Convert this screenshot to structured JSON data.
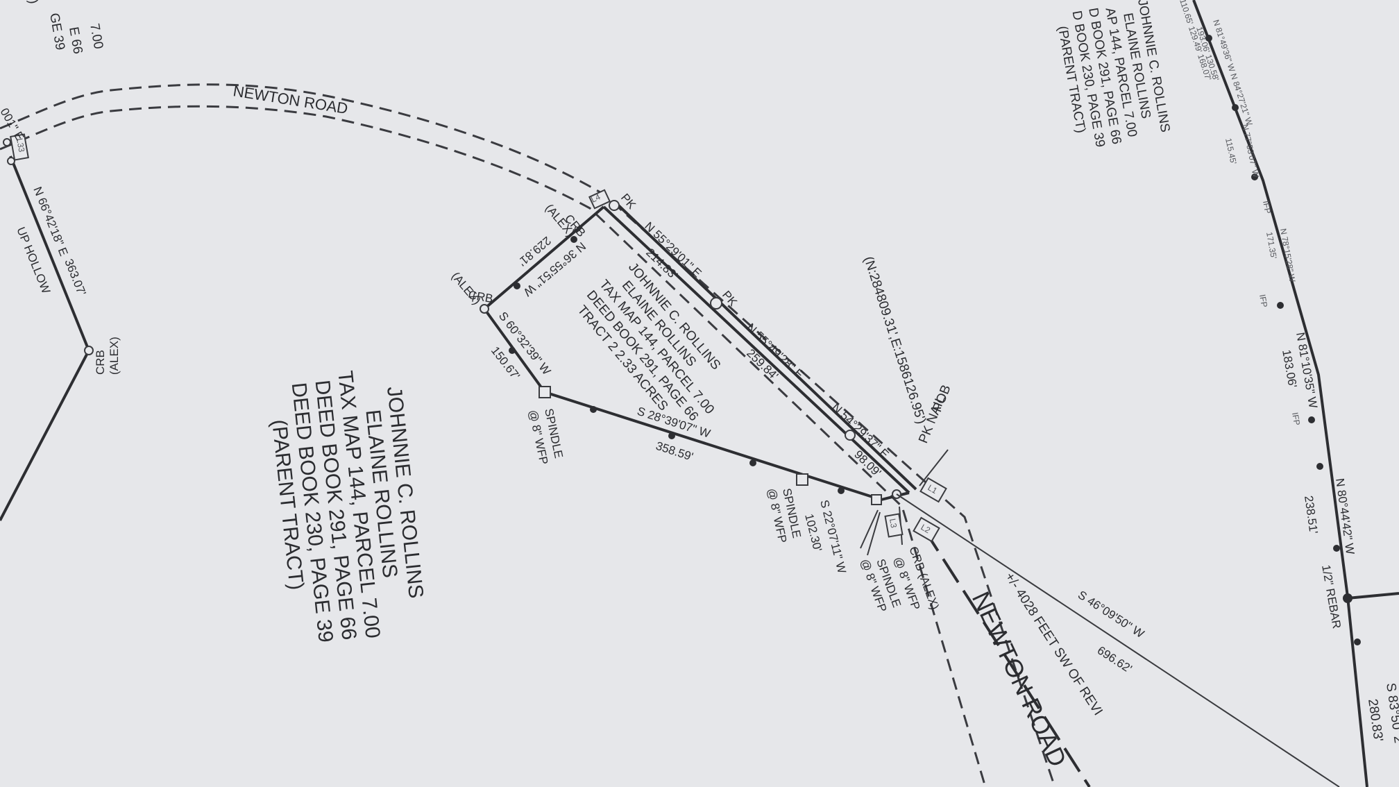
{
  "roads": {
    "newton_top": "NEWTON ROAD",
    "newton_bottom": "NEWTON ROAD",
    "up_hollow": "UP HOLLOW",
    "feet_sw": "+/- 4028 FEET SW OF REVI"
  },
  "parent_tract": {
    "line1": "JOHNNIE C. ROLLINS",
    "line2": "ELAINE ROLLINS",
    "line3": "TAX MAP 144, PARCEL 7.00",
    "line4": "DEED BOOK 291, PAGE 66",
    "line5": "DEED BOOK 230, PAGE 39",
    "line6": "(PARENT TRACT)"
  },
  "tract2": {
    "line1": "JOHNNIE C. ROLLINS",
    "line2": "ELAINE ROLLINS",
    "line3": "TAX MAP 144, PARCEL 7.00",
    "line4": "DEED BOOK 291, PAGE 66",
    "line5": "TRACT 2 2.33 ACRES"
  },
  "top_right_tract": {
    "line1": "JOHNNIE C. ROLLINS",
    "line2": "ELAINE ROLLINS",
    "line3": "AP 144, PARCEL 7.00",
    "line4": "D BOOK 291, PAGE 66",
    "line5": "D BOOK 230, PAGE 39",
    "line6": "(PARENT TRACT)"
  },
  "top_left_fragment": {
    "line1": "7.00",
    "line2": "E 66",
    "line3": "GE 39",
    "line4": ")",
    "bearing": "001\" E"
  },
  "bearings": {
    "b1": "N 55°29'01\" E",
    "d1": "214.83'",
    "b2": "N 55°49'28\" E",
    "d2": "259.84'",
    "b3": "N 54°29'37\" E",
    "d3": "98.09'",
    "b4": "N 36°55'51\" W",
    "d4": "229.81'",
    "b5": "S 60°32'39\" W",
    "d5": "150.67'",
    "b6": "S 28°39'07\" W",
    "d6": "358.59'",
    "b7": "S 22°07'11\" W",
    "d7": "102.30'",
    "b8": "N 66°42'18\" E",
    "d8": "363.07'",
    "b9": "S 46°09'50\" W",
    "d9": "696.62'"
  },
  "right_bearings": {
    "b1": "N 81°10'35\" W",
    "d1": "183.06'",
    "b2": "N 78°15'28\" W",
    "d2": "171.35'",
    "b3": "N 77°53'07\" W",
    "d3": "115.45'",
    "b4": "N 80°44'42\" W",
    "d4": "238.51'",
    "b5": "S 83°50' 2",
    "d5": "280.83'",
    "small1": "N 81°49'36\" W  N 84°27'21\" W",
    "small2": "193.06'   130.58'",
    "small3": "110.65'  129.49'  168.07'"
  },
  "labels": {
    "pob": "POB",
    "pk_nail": "PK NAIL",
    "coords": "(N:284809.31',E:1586126.95')",
    "pk1": "PK",
    "pk2": "PK",
    "crb_alex1": "CRB",
    "crb_alex1b": "(ALEX)",
    "crb_alex2": "CRB",
    "crb_alex2b": "(ALEX)",
    "crb_alex3": "CRB",
    "crb_alex3b": "(ALEX)",
    "crb_alex4": "CRB (ALEX)",
    "crb_alex4b": "@ 8\" WFP",
    "spindle1": "SPINDLE",
    "spindle1b": "@ 8\" WFP",
    "spindle2": "SPINDLE",
    "spindle2b": "@ 8\" WFP",
    "spindle3": "SPINDLE",
    "spindle3b": "@ 8\" WFP",
    "ifp1": "IFP",
    "ifp2": "IFP",
    "ifp3": "IFP",
    "rebar": "1/2\" REBAR",
    "l1": "L1",
    "l2": "L2",
    "l3": "L3",
    "l4": "L4",
    "l33": "L33"
  }
}
